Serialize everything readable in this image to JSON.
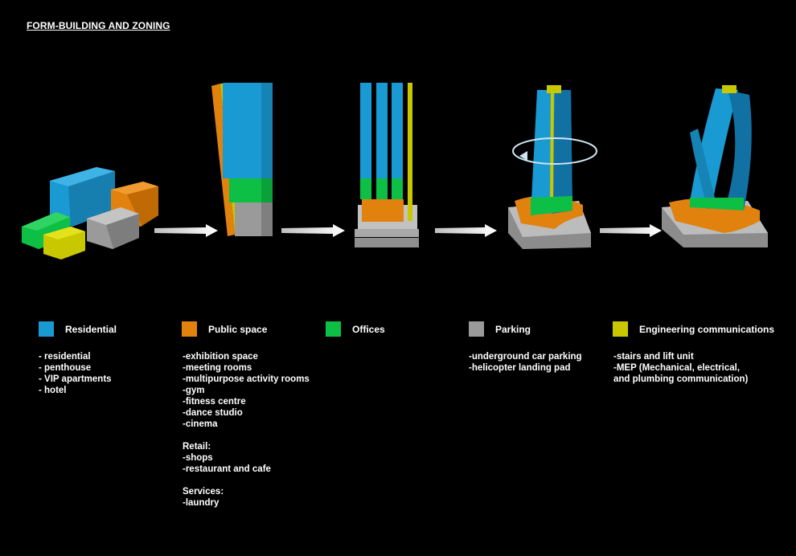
{
  "title": "FORM-BUILDING AND ZONING",
  "colors": {
    "residential": "#1a9ad2",
    "public_space": "#e1820e",
    "offices": "#0dbf45",
    "parking": "#9a9a9a",
    "engineering": "#c9c800"
  },
  "legend": [
    {
      "label": "Residential",
      "color": "#1a9ad2",
      "items": [
        "- residential",
        "- penthouse",
        "- VIP apartments",
        "- hotel"
      ]
    },
    {
      "label": "Public space",
      "color": "#e1820e",
      "items": [
        "-exhibition space",
        "-meeting rooms",
        "-multipurpose activity rooms",
        "-gym",
        "-fitness centre",
        "-dance studio",
        "-cinema",
        "",
        "Retail:",
        "-shops",
        "-restaurant and cafe",
        "",
        "Services:",
        "-laundry"
      ]
    },
    {
      "label": "Offices",
      "color": "#0dbf45",
      "items": []
    },
    {
      "label": "Parking",
      "color": "#9a9a9a",
      "items": [
        "-underground car parking",
        "-helicopter landing pad"
      ]
    },
    {
      "label": "Engineering communications",
      "color": "#c9c800",
      "items": [
        "-stairs and lift unit",
        "-MEP (Mechanical, electrical,",
        "and plumbing communication)"
      ]
    }
  ]
}
